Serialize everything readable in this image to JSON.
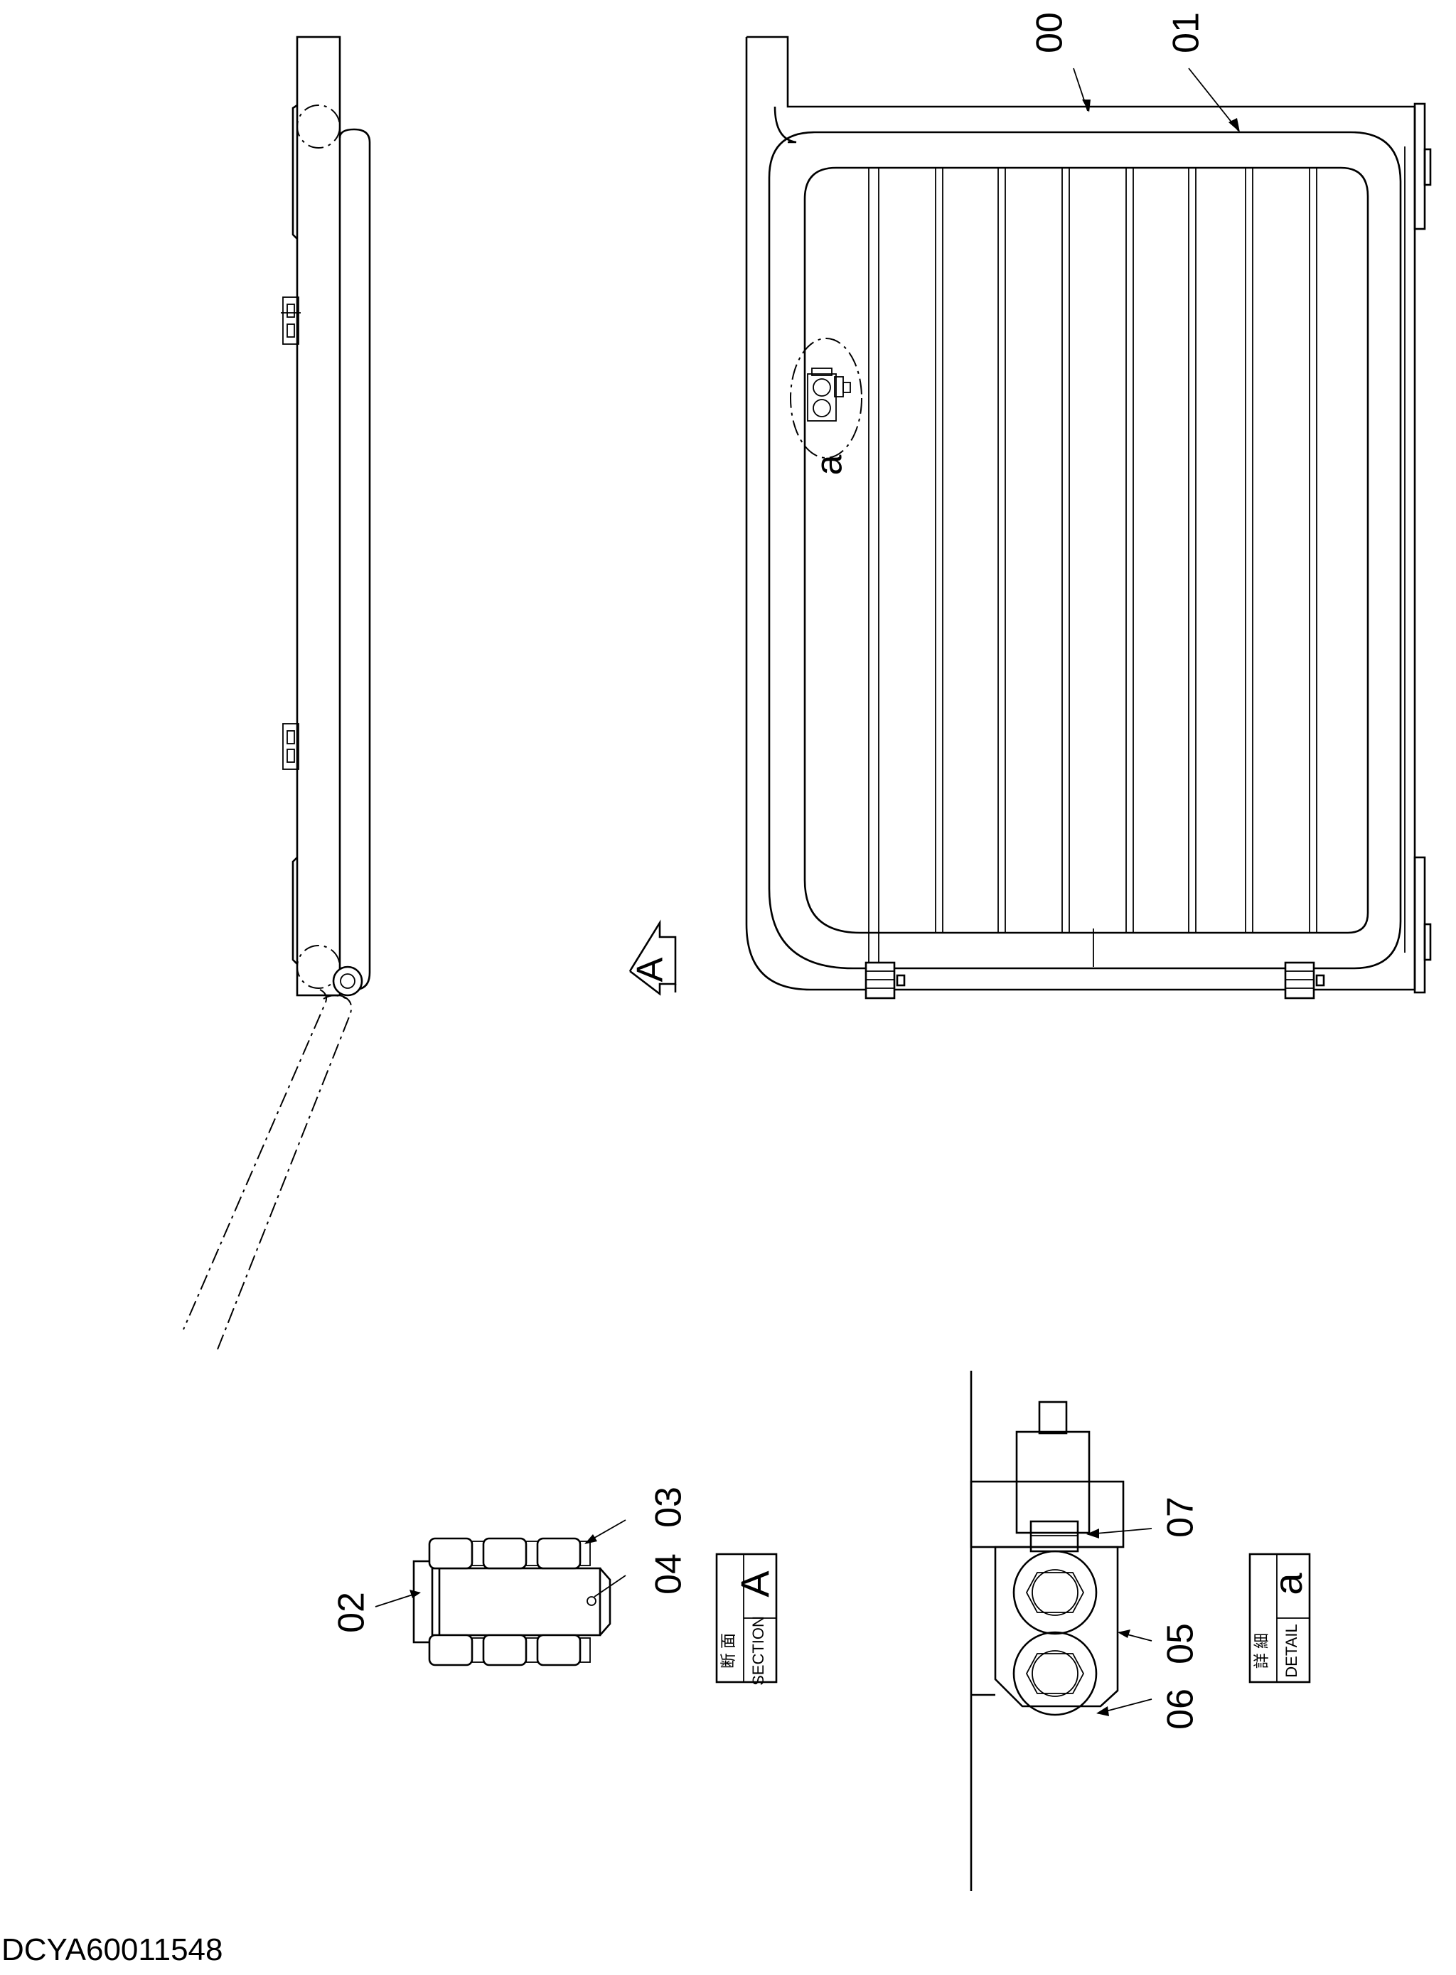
{
  "document": {
    "id": "DCYA60011548"
  },
  "callouts": {
    "c00": "00",
    "c01": "01",
    "c02": "02",
    "c03": "03",
    "c04": "04",
    "c05": "05",
    "c06": "06",
    "c07": "07"
  },
  "view_markers": {
    "arrow_a": "A",
    "detail_circle_label": "a"
  },
  "section_box": {
    "jp": "断 面",
    "en": "SECTION",
    "letter": "A"
  },
  "detail_box": {
    "jp": "詳 細",
    "en": "DETAIL",
    "letter": "a"
  }
}
